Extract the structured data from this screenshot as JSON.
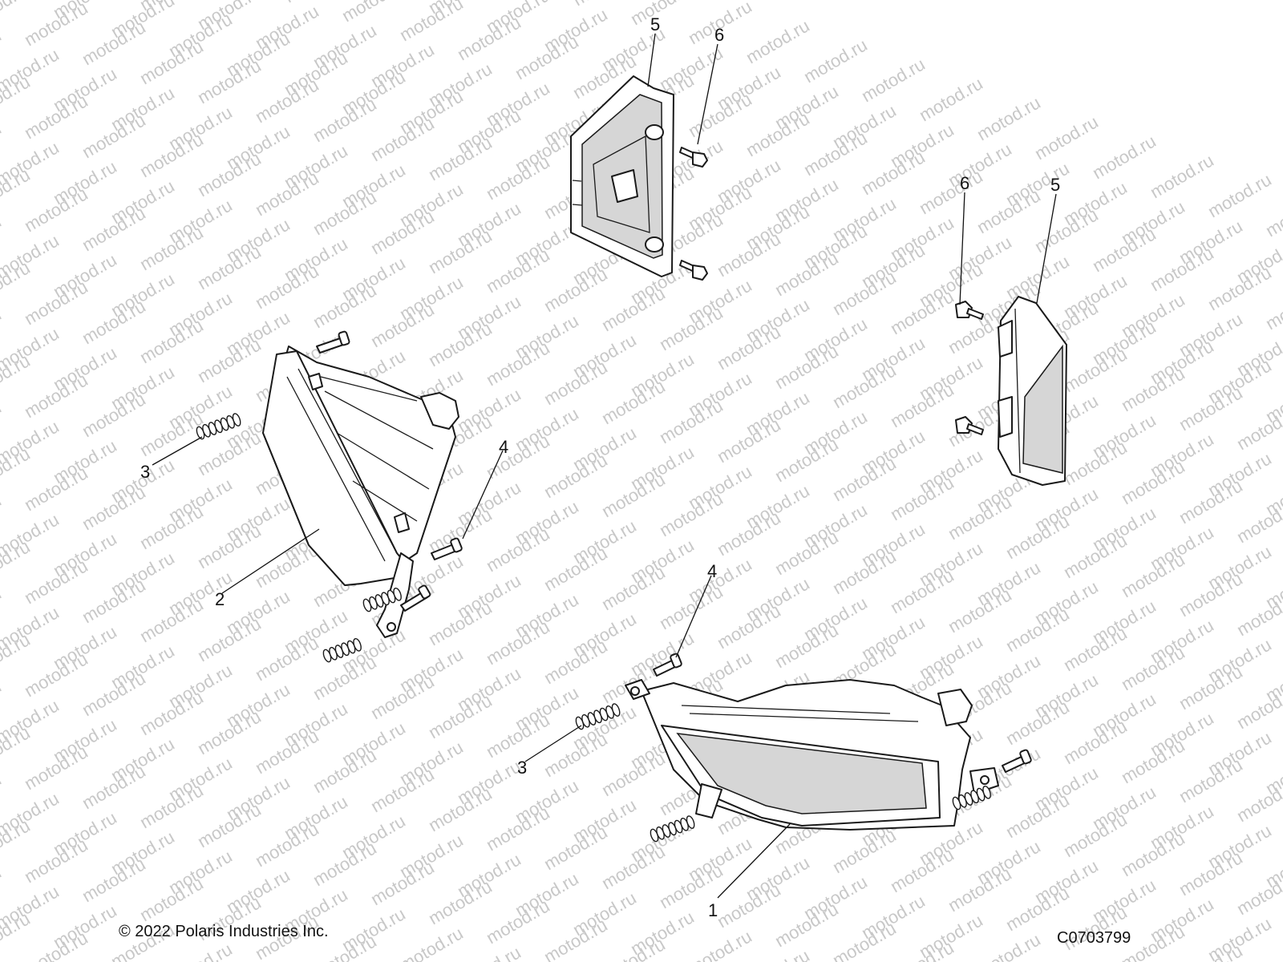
{
  "watermark": {
    "text": "motod.ru"
  },
  "callouts": [
    {
      "id": "c1",
      "label": "1"
    },
    {
      "id": "c2",
      "label": "2"
    },
    {
      "id": "c3a",
      "label": "3"
    },
    {
      "id": "c3b",
      "label": "3"
    },
    {
      "id": "c4a",
      "label": "4"
    },
    {
      "id": "c4b",
      "label": "4"
    },
    {
      "id": "c5a",
      "label": "5"
    },
    {
      "id": "c5b",
      "label": "5"
    },
    {
      "id": "c6a",
      "label": "6"
    },
    {
      "id": "c6b",
      "label": "6"
    }
  ],
  "footer": {
    "copyright": "© 2022 Polaris Industries Inc.",
    "diagram_code": "C0703799"
  },
  "colors": {
    "line": "#1a1a1a",
    "watermark": "#c8c8c8",
    "background": "#ffffff"
  }
}
